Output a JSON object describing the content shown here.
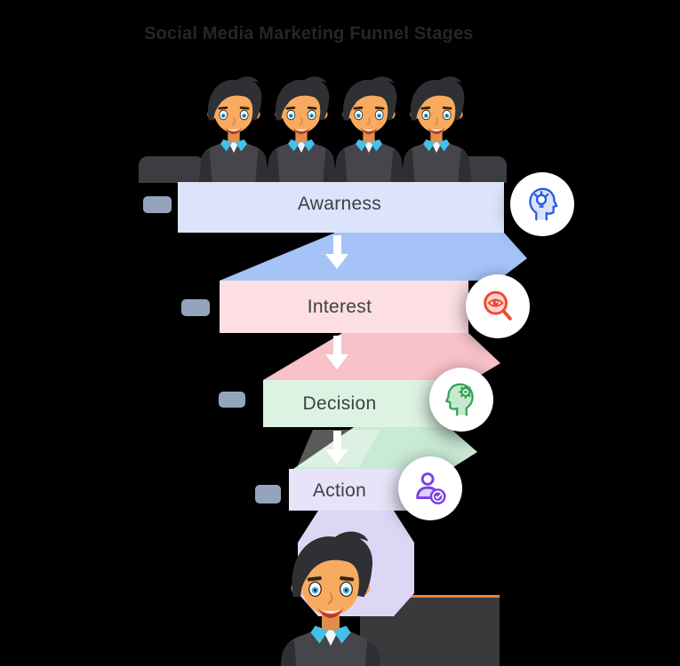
{
  "title": "Social Media Marketing Funnel Stages",
  "title_color": "#262626",
  "label_text_color": "#3d4145",
  "background_color": "#000000",
  "funnel": {
    "arrow_color": "#ffffff",
    "marker_color": "#94a4bc",
    "stages": [
      {
        "label": "Awarness",
        "band_color": "#dbe4fb",
        "connector_color": "#a5c3f6",
        "icon": "head-lightbulb-icon",
        "icon_color": "#2b59e0",
        "icon_fill": "#d9e3fb"
      },
      {
        "label": "Interest",
        "band_color": "#fcdee3",
        "connector_color": "#f8c2c8",
        "icon": "magnifier-eye-icon",
        "icon_color": "#f0482d",
        "icon_fill": "#fbd2cd"
      },
      {
        "label": "Decision",
        "band_color": "#dcf2e2",
        "connector_color": "#c9ead4",
        "icon": "head-gear-icon",
        "icon_color": "#33a45a",
        "icon_fill": "#c8e9cf"
      },
      {
        "label": "Action",
        "band_color": "#e7e3f8",
        "connector_color": "#ddd7f6",
        "icon": "person-check-icon",
        "icon_color": "#7c3fe4",
        "icon_fill": "#ded2f6"
      }
    ]
  },
  "people": {
    "top_row_count": 4,
    "bottom_count": 1,
    "skin_color": "#f8ab60",
    "hair_color": "#2f3034",
    "suit_color": "#45454b",
    "suit_shadow_color": "#2e2e33",
    "collar_color": "#45c0e8",
    "eye_color": "#35b5e6",
    "mouth_color": "#b5382e"
  }
}
